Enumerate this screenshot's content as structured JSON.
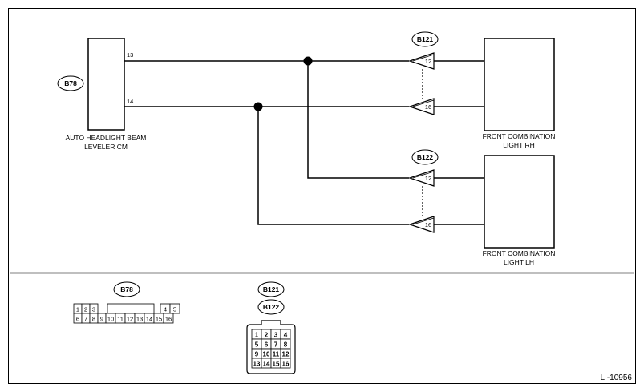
{
  "components": {
    "leveler": {
      "connector": "B78",
      "label_line1": "AUTO HEADLIGHT BEAM",
      "label_line2": "LEVELER CM"
    },
    "light_rh": {
      "label_line1": "FRONT COMBINATION",
      "label_line2": "LIGHT RH"
    },
    "light_lh": {
      "label_line1": "FRONT COMBINATION",
      "label_line2": "LIGHT LH"
    }
  },
  "wires": {
    "leveler_pin_13": "13",
    "leveler_pin_14": "14"
  },
  "connectors": {
    "rh": {
      "id": "B121",
      "pin_top": "12",
      "pin_bottom": "16"
    },
    "lh": {
      "id": "B122",
      "pin_top": "12",
      "pin_bottom": "16"
    }
  },
  "legend": {
    "b78": {
      "id": "B78",
      "row1_left": [
        "1",
        "2",
        "3"
      ],
      "row1_right": [
        "4",
        "5"
      ],
      "row2": [
        "6",
        "7",
        "8",
        "9",
        "10",
        "11",
        "12",
        "13",
        "14",
        "15",
        "16"
      ]
    },
    "b121_b122": {
      "id1": "B121",
      "id2": "B122",
      "rows": [
        [
          "1",
          "2",
          "3",
          "4"
        ],
        [
          "5",
          "6",
          "7",
          "8"
        ],
        [
          "9",
          "10",
          "11",
          "12"
        ],
        [
          "13",
          "14",
          "15",
          "16"
        ]
      ]
    }
  },
  "reference": "LI-10956"
}
